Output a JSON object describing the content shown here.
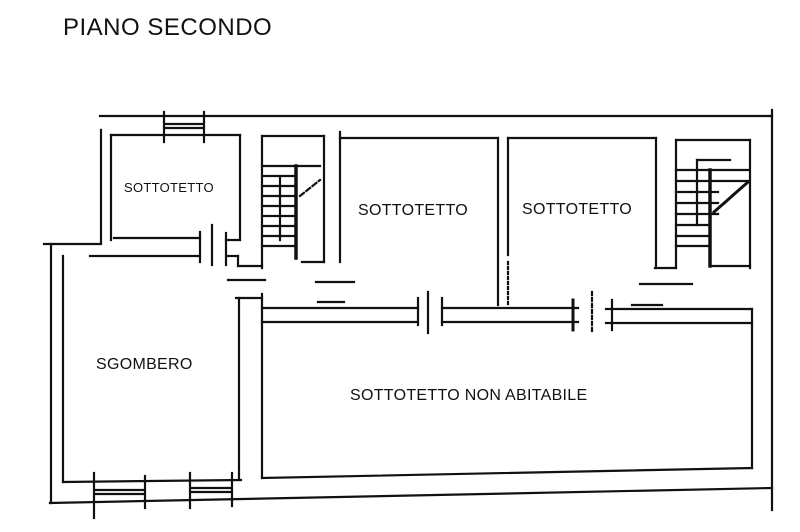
{
  "title": "PIANO SECONDO",
  "rooms": [
    {
      "id": "sottotetto-1",
      "label": "SOTTOTETTO"
    },
    {
      "id": "sottotetto-2",
      "label": "SOTTOTETTO"
    },
    {
      "id": "sottotetto-3",
      "label": "SOTTOTETTO"
    },
    {
      "id": "sgombero",
      "label": "SGOMBERO"
    },
    {
      "id": "sottotetto-non-abitabile",
      "label": "SOTTOTETTO NON ABITABILE"
    }
  ],
  "colors": {
    "line": "#111111",
    "background": "#ffffff"
  }
}
